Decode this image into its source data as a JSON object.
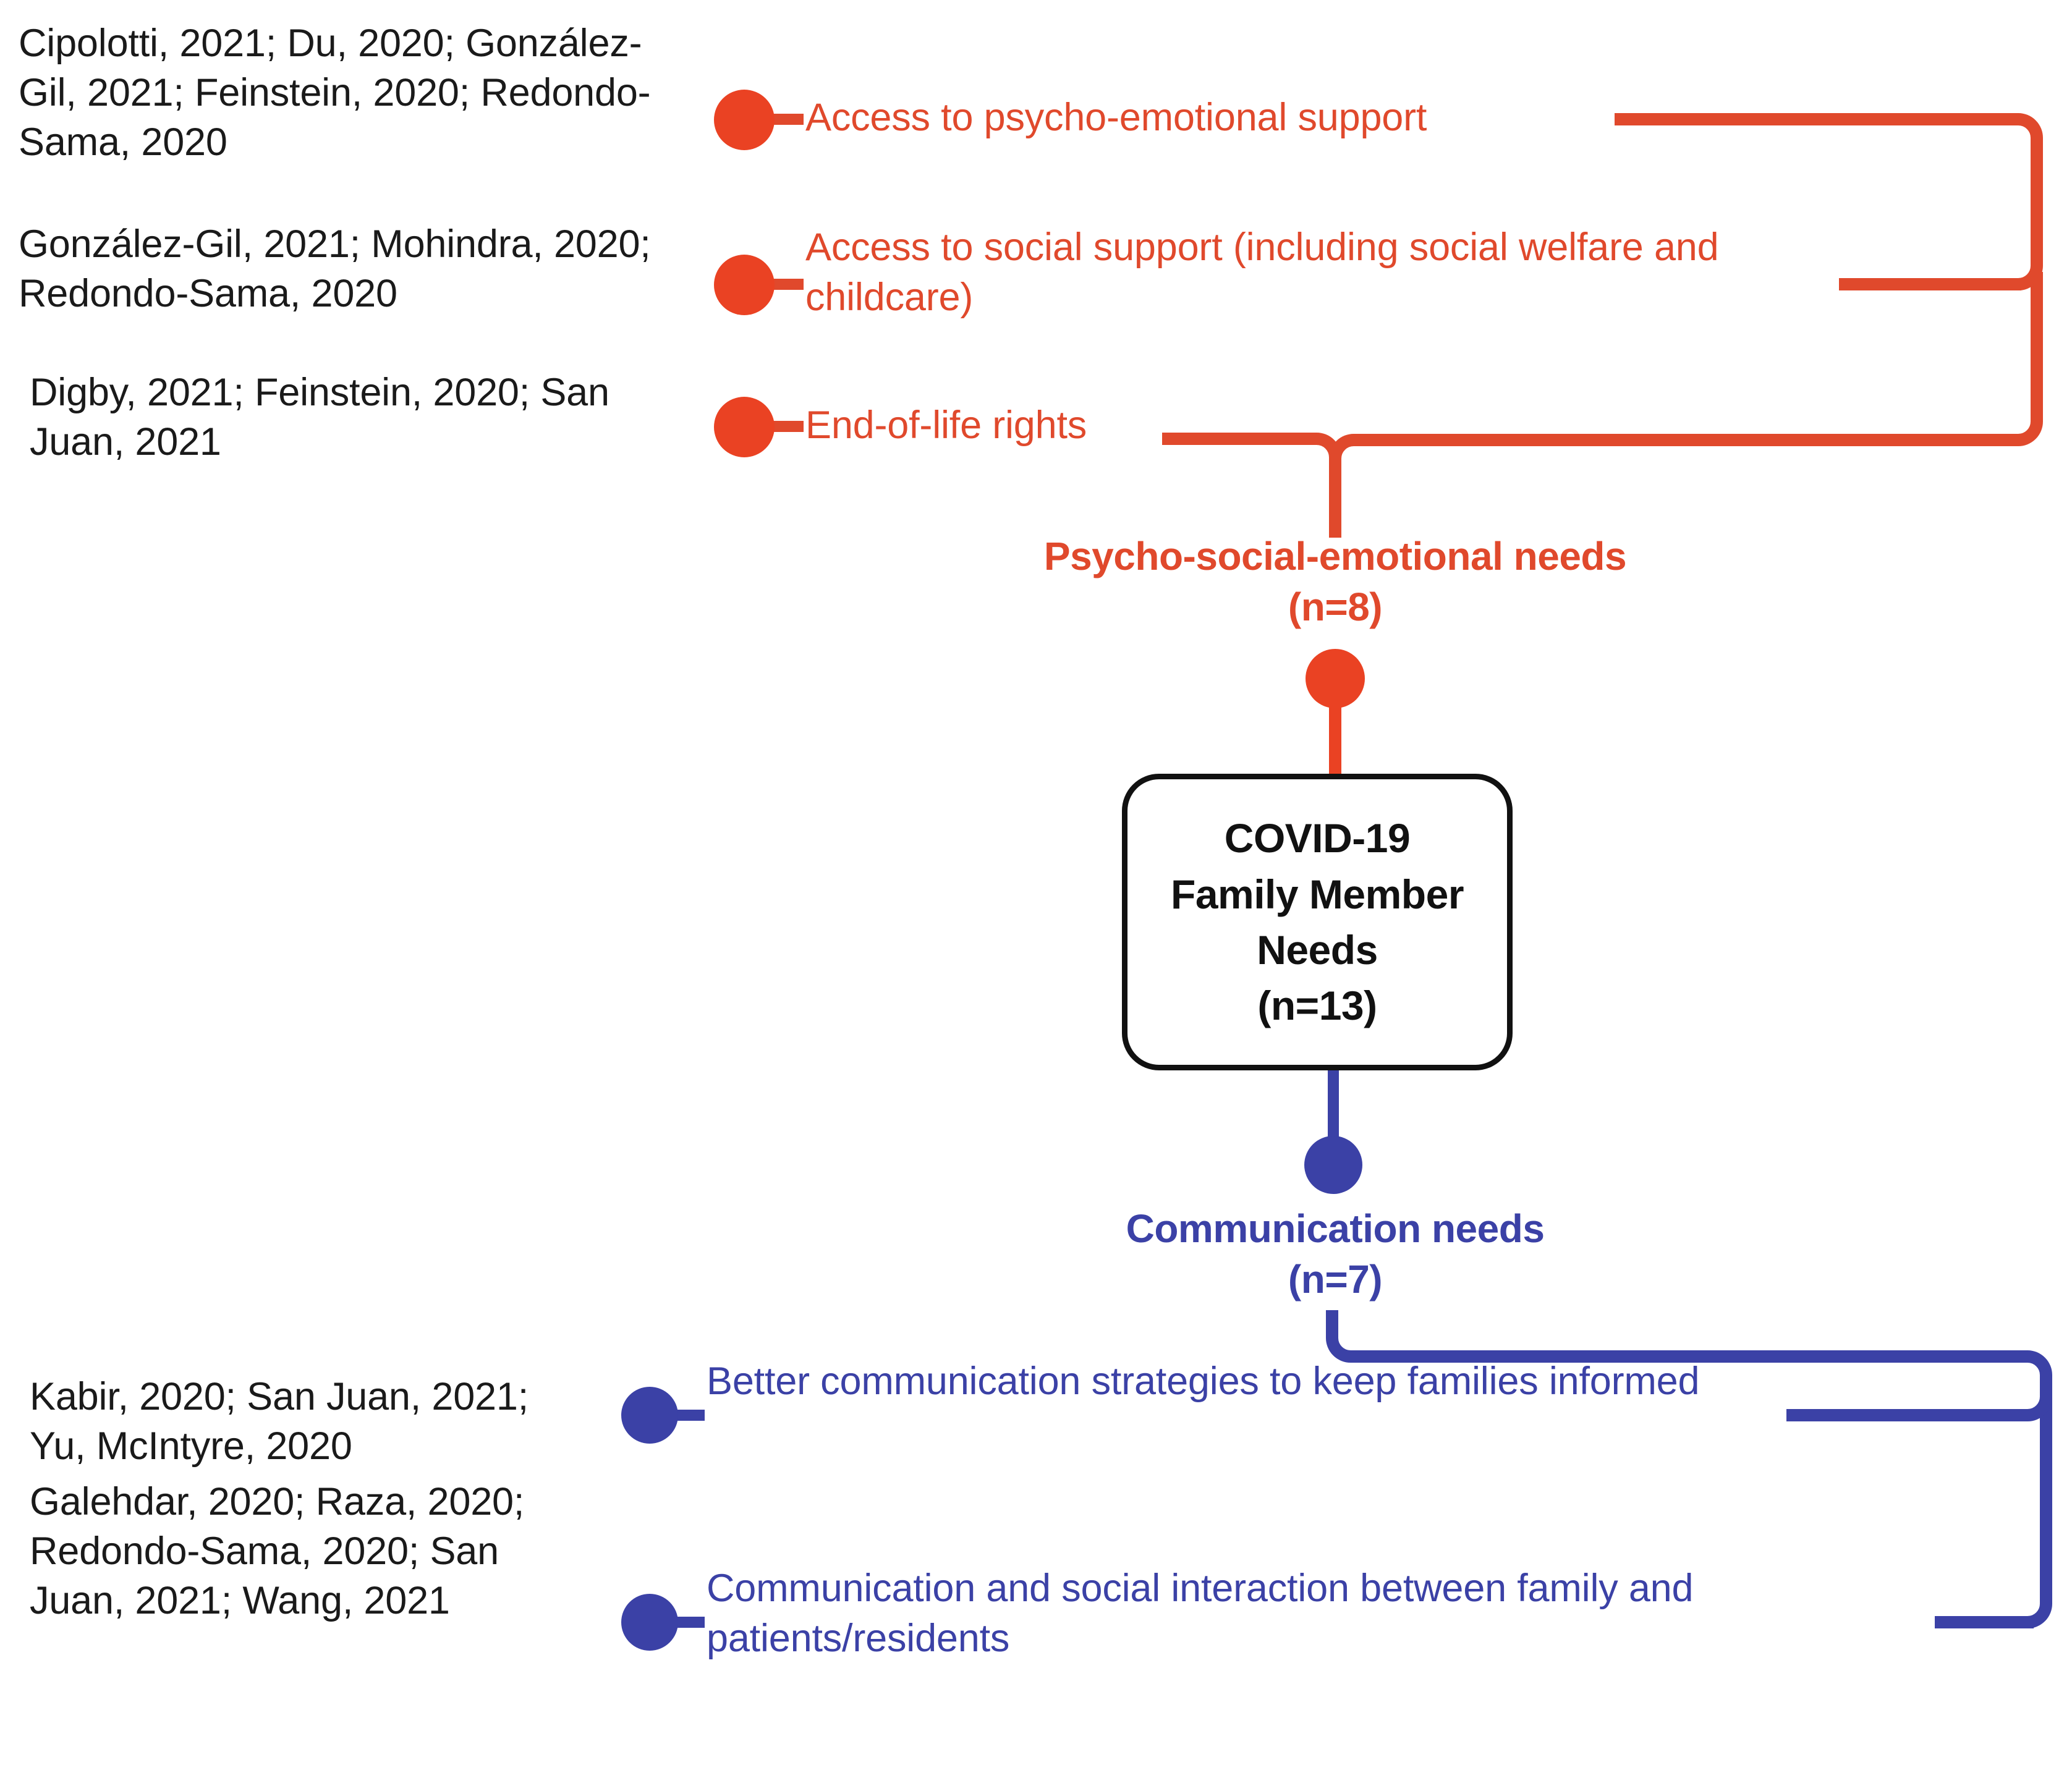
{
  "colors": {
    "orange": "#e0492c",
    "orange_dot": "#ea4223",
    "blue": "#3b41a6",
    "node_border": "#111111",
    "citation_text": "#1a1a1a",
    "background": "#ffffff"
  },
  "center_node": {
    "line1": "COVID-19",
    "line2": "Family Member",
    "line3": "Needs",
    "count": "(n=13)"
  },
  "categories": [
    {
      "id": "psycho-social-emotional",
      "title": "Psycho-social-emotional  needs",
      "count": "(n=8)",
      "color": "#e0492c"
    },
    {
      "id": "communication",
      "title": "Communication needs",
      "count": "(n=7)",
      "color": "#3b41a6"
    }
  ],
  "branches": [
    {
      "id": "access-psycho-emotional-support",
      "category": "psycho-social-emotional",
      "label": "Access to psycho-emotional support",
      "color": "#e0492c",
      "citations": "Cipolotti, 2021; Du, 2020; González-Gil, 2021; Feinstein, 2020; Redondo-Sama, 2020"
    },
    {
      "id": "access-social-support",
      "category": "psycho-social-emotional",
      "label": "Access to social support (including social welfare and childcare)",
      "color": "#e0492c",
      "citations": "González-Gil, 2021; Mohindra, 2020; Redondo-Sama, 2020"
    },
    {
      "id": "end-of-life-rights",
      "category": "psycho-social-emotional",
      "label": "End-of-life rights",
      "color": "#e0492c",
      "citations": "Digby, 2021; Feinstein, 2020; San Juan, 2021"
    },
    {
      "id": "better-communication-strategies",
      "category": "communication",
      "label": "Better communication strategies to keep families informed",
      "color": "#3b41a6",
      "citations": "Kabir, 2020; San Juan, 2021; Yu, McIntyre, 2020"
    },
    {
      "id": "communication-social-interaction",
      "category": "communication",
      "label": "Communication and social interaction between family and patients/residents",
      "color": "#3b41a6",
      "citations": "Galehdar, 2020; Raza, 2020; Redondo-Sama, 2020; San Juan, 2021; Wang, 2021"
    }
  ]
}
